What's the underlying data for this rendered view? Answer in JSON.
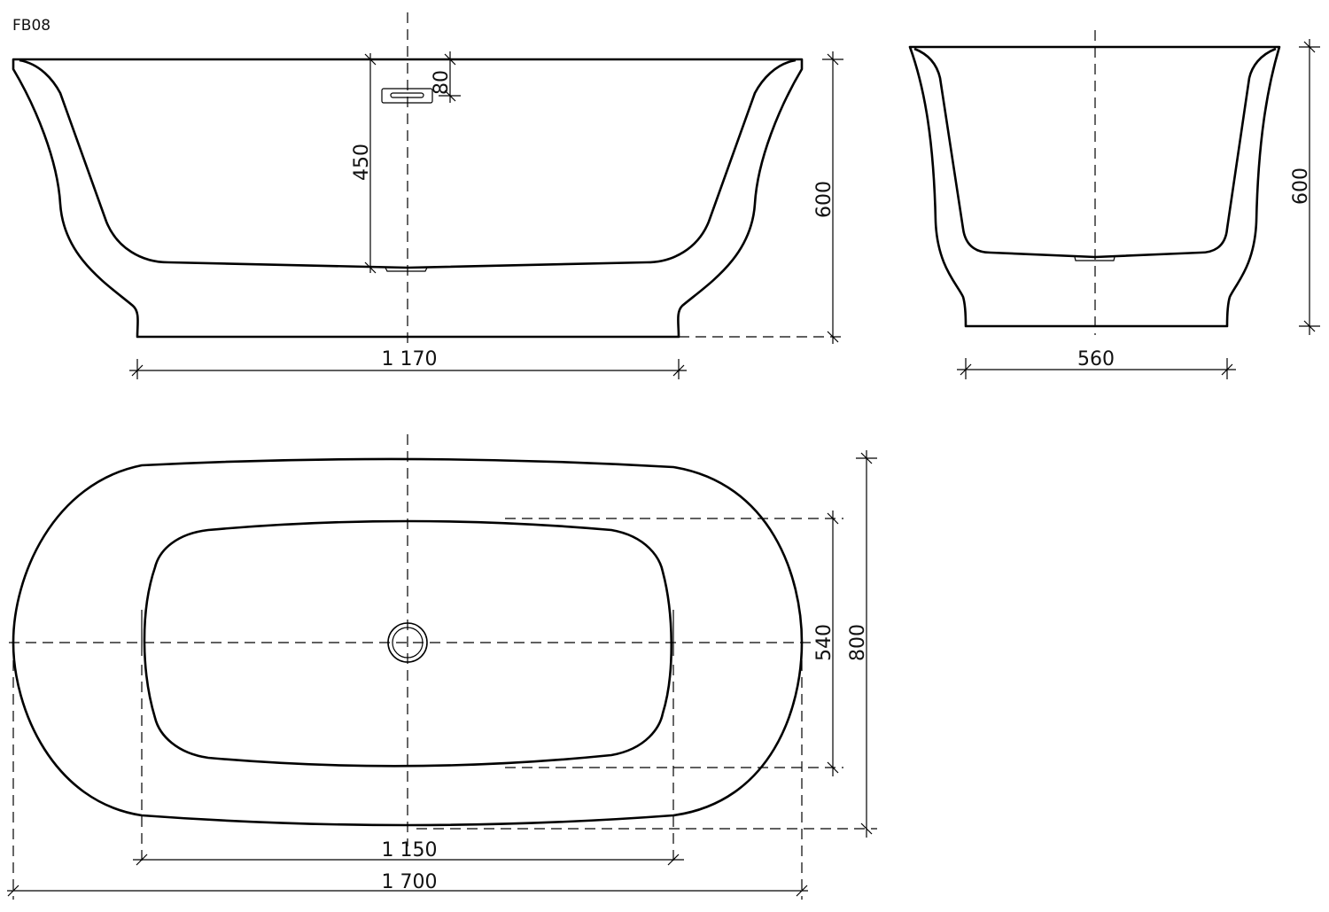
{
  "drawing": {
    "model": "FB08",
    "line_color": "#000000",
    "background": "#ffffff"
  },
  "side_view": {
    "overall_height": "600",
    "overflow_height": "450",
    "overflow_offset": "80",
    "base_length": "1 170"
  },
  "end_view": {
    "overall_height": "600",
    "base_width": "560"
  },
  "top_view": {
    "inner_width": "540",
    "overall_width": "800",
    "inner_length": "1 150",
    "overall_length": "1 700"
  }
}
